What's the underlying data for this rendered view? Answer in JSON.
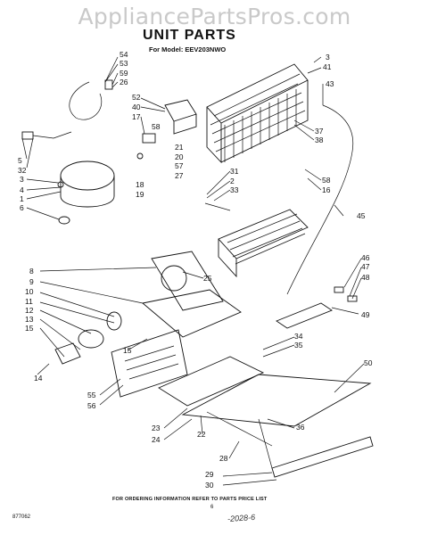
{
  "watermark": "AppliancePartsPros.com",
  "title": "UNIT PARTS",
  "subtitle": "For Model: EEV203NWO",
  "note": "FOR ORDERING INFORMATION REFER TO PARTS PRICE LIST",
  "page_number": "6",
  "catalog_number": "877062",
  "signature": "-2028-6",
  "callouts": {
    "c1": "54",
    "c2": "53",
    "c3": "59",
    "c4": "26",
    "c5": "52",
    "c6": "40",
    "c7": "17",
    "c8": "58",
    "c9": "21",
    "c10": "20",
    "c11": "57",
    "c12": "27",
    "c13": "18",
    "c14": "19",
    "c15": "5",
    "c16": "32",
    "c17": "3",
    "c18": "4",
    "c19": "1",
    "c20": "6",
    "c21": "3",
    "c22": "41",
    "c23": "43",
    "c24": "37",
    "c25": "38",
    "c26": "31",
    "c27": "2",
    "c28": "33",
    "c29": "58",
    "c30": "16",
    "c31": "45",
    "c32": "8",
    "c33": "9",
    "c34": "10",
    "c35": "11",
    "c36": "12",
    "c37": "13",
    "c38": "15",
    "c39": "25",
    "c40": "15",
    "c41": "14",
    "c42": "46",
    "c43": "47",
    "c44": "48",
    "c45": "49",
    "c46": "34",
    "c47": "35",
    "c48": "50",
    "c49": "55",
    "c50": "56",
    "c51": "23",
    "c52": "24",
    "c53": "22",
    "c54": "36",
    "c55": "28",
    "c56": "29",
    "c57": "30"
  }
}
